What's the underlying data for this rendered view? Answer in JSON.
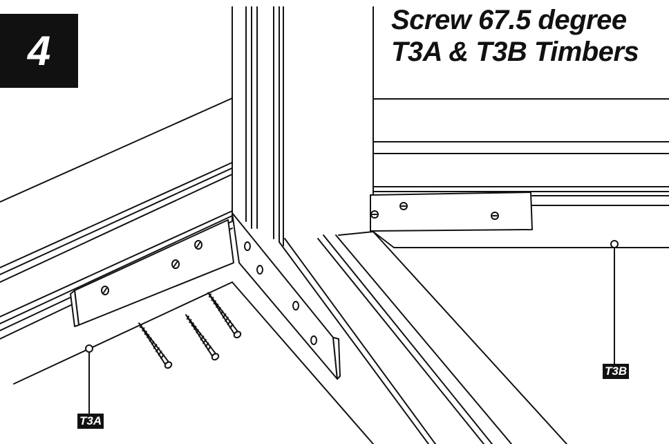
{
  "step": {
    "number": "4"
  },
  "heading": {
    "line1": "Screw 67.5 degree",
    "line2": "T3A & T3B Timbers"
  },
  "labels": {
    "t3a": "T3A",
    "t3b": "T3B"
  },
  "colors": {
    "ink": "#111111",
    "paper": "#ffffff",
    "label_bg": "#111111",
    "label_text": "#ffffff"
  },
  "illustration": {
    "screw_count": 3
  }
}
